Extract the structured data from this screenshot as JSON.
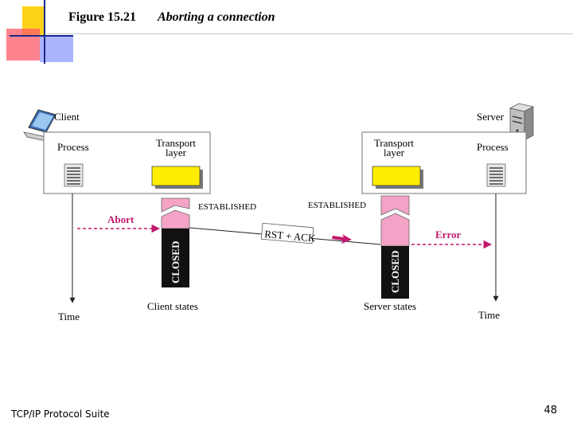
{
  "slide": {
    "figure_number": "Figure 15.21",
    "figure_caption": "Aborting a connection",
    "footer_left": "TCP/IP Protocol Suite",
    "page_number": "48"
  },
  "diagram": {
    "client": {
      "label": "Client",
      "process_label": "Process",
      "transport_label_line1": "Transport",
      "transport_label_line2": "layer",
      "state_top": "ESTABLISHED",
      "state_closed": "CLOSED",
      "states_caption": "Client states",
      "time_label": "Time",
      "event": "Abort"
    },
    "server": {
      "label": "Server",
      "process_label": "Process",
      "transport_label_line1": "Transport",
      "transport_label_line2": "layer",
      "state_top": "ESTABLISHED",
      "state_closed": "CLOSED",
      "states_caption": "Server states",
      "time_label": "Time",
      "event": "Error"
    },
    "segment_label": "RST + ACK",
    "colors": {
      "accent_magenta": "#c2186b",
      "state_pink": "#f4a3c7",
      "transport_yellow": "#ffee00",
      "closed_black": "#111111",
      "box_border": "#8a8a8a"
    }
  }
}
